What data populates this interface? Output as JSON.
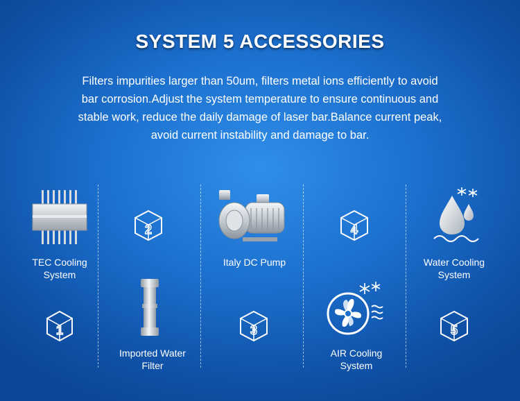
{
  "title": "SYSTEM 5 ACCESSORIES",
  "description": {
    "line1": "Filters impurities larger than 50um, filters metal ions efficiently to avoid",
    "line2": "bar corrosion.Adjust the system temperature to ensure continuous and",
    "line3": "stable work, reduce the daily damage of laser bar.Balance current peak,",
    "line4": "avoid current instability and damage to bar."
  },
  "items": [
    {
      "line1": "TEC Cooling",
      "line2": "System",
      "number": "1"
    },
    {
      "line1": "Imported Water",
      "line2": "Filter",
      "number": "2"
    },
    {
      "line1": "Italy DC Pump",
      "line2": "",
      "number": "3"
    },
    {
      "line1": "AIR Cooling",
      "line2": "System",
      "number": "4"
    },
    {
      "line1": "Water Cooling",
      "line2": "System",
      "number": "5"
    }
  ],
  "colors": {
    "background": "#1c6fcd",
    "text": "#ffffff"
  }
}
